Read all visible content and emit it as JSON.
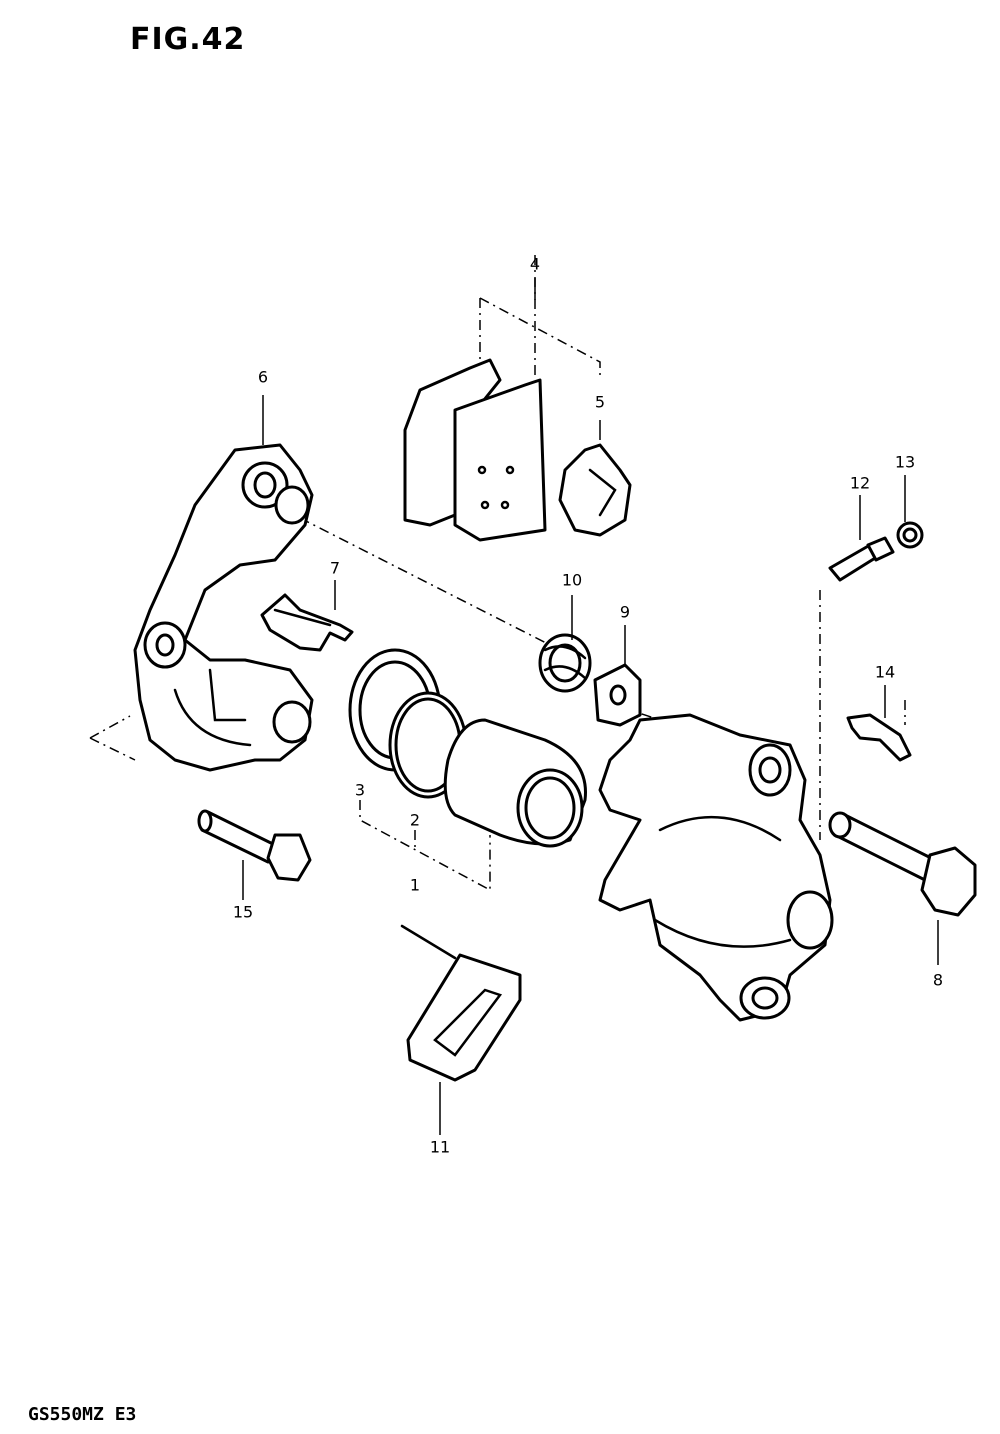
{
  "figure": {
    "title": "FIG.42",
    "model": "GS550MZ E3"
  },
  "callouts": {
    "c1": "1",
    "c2": "2",
    "c3": "3",
    "c4": "4",
    "c5": "5",
    "c6": "6",
    "c7": "7",
    "c8": "8",
    "c9": "9",
    "c10": "10",
    "c11": "11",
    "c12": "12",
    "c13": "13",
    "c14": "14",
    "c15": "15"
  }
}
